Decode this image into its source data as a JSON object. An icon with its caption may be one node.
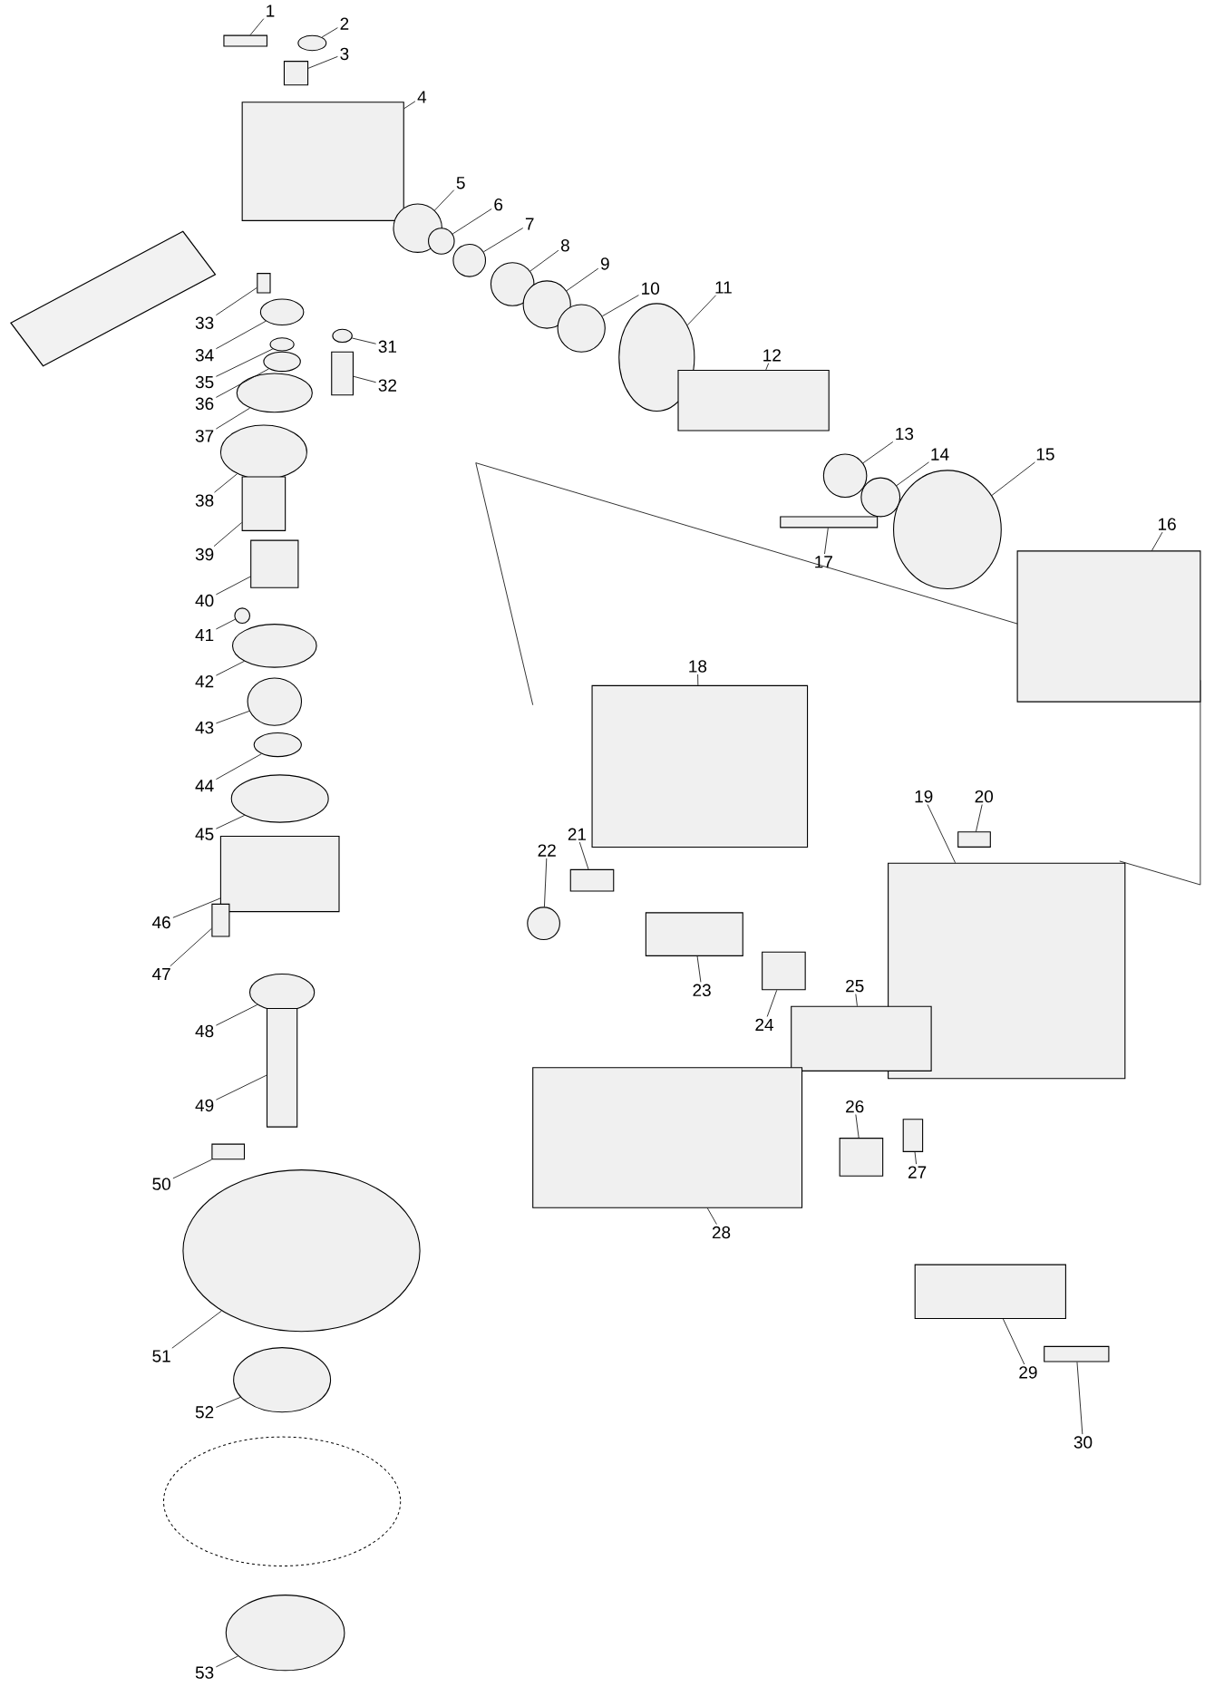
{
  "diagram": {
    "nodes": [
      {
        "text": [
          "1"
        ]
      },
      {
        "text": [
          "2"
        ]
      },
      {
        "text": [
          "3"
        ]
      },
      {
        "text": [
          "4"
        ]
      },
      {
        "text": [
          "5"
        ]
      },
      {
        "text": [
          "6"
        ]
      },
      {
        "text": [
          "7"
        ]
      },
      {
        "text": [
          "8"
        ]
      },
      {
        "text": [
          "9"
        ]
      },
      {
        "text": [
          "10"
        ]
      },
      {
        "text": [
          "11"
        ]
      },
      {
        "text": [
          "12"
        ]
      },
      {
        "text": [
          "13"
        ]
      },
      {
        "text": [
          "14"
        ]
      },
      {
        "text": [
          "15"
        ]
      },
      {
        "text": [
          "16"
        ]
      },
      {
        "text": [
          "17"
        ]
      },
      {
        "text": [
          "18"
        ]
      },
      {
        "text": [
          "19"
        ]
      },
      {
        "text": [
          "20"
        ]
      },
      {
        "text": [
          "21"
        ]
      },
      {
        "text": [
          "22"
        ]
      },
      {
        "text": [
          "23"
        ]
      },
      {
        "text": [
          "24"
        ]
      },
      {
        "text": [
          "25"
        ]
      },
      {
        "text": [
          "26"
        ]
      },
      {
        "text": [
          "27"
        ]
      },
      {
        "text": [
          "28"
        ]
      },
      {
        "text": [
          "29"
        ]
      },
      {
        "text": [
          "30"
        ]
      },
      {
        "text": [
          "31"
        ]
      },
      {
        "text": [
          "32"
        ]
      },
      {
        "text": [
          "33"
        ]
      },
      {
        "text": [
          "34"
        ]
      },
      {
        "text": [
          "35"
        ]
      },
      {
        "text": [
          "36"
        ]
      },
      {
        "text": [
          "37"
        ]
      },
      {
        "text": [
          "38"
        ]
      },
      {
        "text": [
          "39"
        ]
      },
      {
        "text": [
          "40"
        ]
      },
      {
        "text": [
          "41"
        ]
      },
      {
        "text": [
          "42"
        ]
      },
      {
        "text": [
          "43"
        ]
      },
      {
        "text": [
          "44"
        ]
      },
      {
        "text": [
          "45"
        ]
      },
      {
        "text": [
          "46"
        ]
      },
      {
        "text": [
          "47"
        ]
      },
      {
        "text": [
          "48"
        ]
      },
      {
        "text": [
          "49"
        ]
      },
      {
        "text": [
          "50"
        ]
      },
      {
        "text": [
          "51"
        ]
      },
      {
        "text": [
          "52"
        ]
      },
      {
        "text": [
          "53"
        ]
      },
      {
        "text": [],
        "shape": "box"
      },
      {
        "text": [],
        "shape": "circle"
      },
      {
        "text": [],
        "shape": "box"
      },
      {
        "text": [],
        "shape": "box"
      },
      {
        "text": [],
        "shape": "circle"
      },
      {
        "text": [],
        "shape": "circle"
      },
      {
        "text": [],
        "shape": "circle"
      },
      {
        "text": [],
        "shape": "circle"
      },
      {
        "text": [],
        "shape": "circle"
      },
      {
        "text": [],
        "shape": "circle"
      },
      {
        "text": [],
        "shape": "circle"
      },
      {
        "text": [],
        "shape": "box"
      },
      {
        "text": [],
        "shape": "circle"
      },
      {
        "text": [],
        "shape": "circle"
      },
      {
        "text": [],
        "shape": "circle"
      },
      {
        "text": [],
        "shape": "box"
      },
      {
        "text": [],
        "shape": "box"
      },
      {
        "text": [],
        "shape": "box"
      },
      {
        "text": [],
        "shape": "box"
      },
      {
        "text": [],
        "shape": "box"
      },
      {
        "text": [],
        "shape": "box"
      },
      {
        "text": [],
        "shape": "circle"
      },
      {
        "text": [],
        "shape": "box"
      },
      {
        "text": [],
        "shape": "box"
      },
      {
        "text": [],
        "shape": "box"
      },
      {
        "text": [],
        "shape": "box"
      },
      {
        "text": [],
        "shape": "box"
      },
      {
        "text": [],
        "shape": "box"
      },
      {
        "text": [],
        "shape": "box"
      },
      {
        "text": [],
        "shape": "box"
      },
      {
        "text": [],
        "shape": "circle"
      },
      {
        "text": [],
        "shape": "box"
      },
      {
        "text": [],
        "shape": "box"
      },
      {
        "text": [],
        "shape": "circle"
      },
      {
        "text": [],
        "shape": "circle"
      },
      {
        "text": [],
        "shape": "circle"
      },
      {
        "text": [],
        "shape": "circle"
      },
      {
        "text": [],
        "shape": "circle"
      },
      {
        "text": [],
        "shape": "box"
      },
      {
        "text": [],
        "shape": "box"
      },
      {
        "text": [],
        "shape": "circle"
      },
      {
        "text": [],
        "shape": "circle"
      },
      {
        "text": [],
        "shape": "circle"
      },
      {
        "text": [],
        "shape": "circle"
      },
      {
        "text": [],
        "shape": "circle"
      },
      {
        "text": [],
        "shape": "box"
      },
      {
        "text": [],
        "shape": "box"
      },
      {
        "text": [],
        "shape": "circle"
      },
      {
        "text": [],
        "shape": "box"
      },
      {
        "text": [],
        "shape": "box"
      },
      {
        "text": [],
        "shape": "circle"
      },
      {
        "text": [],
        "shape": "circle"
      },
      {
        "text": [],
        "shape": "circle"
      }
    ],
    "edges": [
      {
        "from": 0,
        "to": 53,
        "arrow": "none"
      },
      {
        "from": 1,
        "to": 54,
        "arrow": "none"
      },
      {
        "from": 2,
        "to": 55,
        "arrow": "none"
      },
      {
        "from": 3,
        "to": 56,
        "arrow": "none"
      },
      {
        "from": 4,
        "to": 57,
        "arrow": "none"
      },
      {
        "from": 5,
        "to": 58,
        "arrow": "none"
      },
      {
        "from": 6,
        "to": 59,
        "arrow": "none"
      },
      {
        "from": 7,
        "to": 60,
        "arrow": "none"
      },
      {
        "from": 8,
        "to": 61,
        "arrow": "none"
      },
      {
        "from": 9,
        "to": 62,
        "arrow": "none"
      },
      {
        "from": 10,
        "to": 63,
        "arrow": "none"
      },
      {
        "from": 11,
        "to": 64,
        "arrow": "none"
      },
      {
        "from": 12,
        "to": 65,
        "arrow": "none"
      },
      {
        "from": 13,
        "to": 66,
        "arrow": "none"
      },
      {
        "from": 14,
        "to": 67,
        "arrow": "none"
      },
      {
        "from": 15,
        "to": 68,
        "arrow": "none"
      },
      {
        "from": 16,
        "to": 69,
        "arrow": "none"
      },
      {
        "from": 17,
        "to": 70,
        "arrow": "none"
      },
      {
        "from": 18,
        "to": 71,
        "arrow": "none"
      },
      {
        "from": 19,
        "to": 72,
        "arrow": "none"
      },
      {
        "from": 20,
        "to": 73,
        "arrow": "none"
      },
      {
        "from": 21,
        "to": 74,
        "arrow": "none"
      },
      {
        "from": 22,
        "to": 75,
        "arrow": "none"
      },
      {
        "from": 23,
        "to": 76,
        "arrow": "none"
      },
      {
        "from": 24,
        "to": 77,
        "arrow": "none"
      },
      {
        "from": 25,
        "to": 78,
        "arrow": "none"
      },
      {
        "from": 26,
        "to": 79,
        "arrow": "none"
      },
      {
        "from": 27,
        "to": 80,
        "arrow": "none"
      },
      {
        "from": 28,
        "to": 81,
        "arrow": "none"
      },
      {
        "from": 29,
        "to": 82,
        "arrow": "none"
      },
      {
        "from": 30,
        "to": 83,
        "arrow": "none"
      },
      {
        "from": 31,
        "to": 84,
        "arrow": "none"
      },
      {
        "from": 32,
        "to": 85,
        "arrow": "none"
      },
      {
        "from": 33,
        "to": 86,
        "arrow": "none"
      },
      {
        "from": 34,
        "to": 87,
        "arrow": "none"
      },
      {
        "from": 35,
        "to": 88,
        "arrow": "none"
      },
      {
        "from": 36,
        "to": 89,
        "arrow": "none"
      },
      {
        "from": 37,
        "to": 90,
        "arrow": "none"
      },
      {
        "from": 38,
        "to": 91,
        "arrow": "none"
      },
      {
        "from": 39,
        "to": 92,
        "arrow": "none"
      },
      {
        "from": 40,
        "to": 93,
        "arrow": "none"
      },
      {
        "from": 41,
        "to": 94,
        "arrow": "none"
      },
      {
        "from": 42,
        "to": 95,
        "arrow": "none"
      },
      {
        "from": 43,
        "to": 96,
        "arrow": "none"
      },
      {
        "from": 44,
        "to": 97,
        "arrow": "none"
      },
      {
        "from": 45,
        "to": 98,
        "arrow": "none"
      },
      {
        "from": 46,
        "to": 99,
        "arrow": "none"
      },
      {
        "from": 47,
        "to": 100,
        "arrow": "none"
      },
      {
        "from": 48,
        "to": 101,
        "arrow": "none"
      },
      {
        "from": 49,
        "to": 102,
        "arrow": "none"
      },
      {
        "from": 50,
        "to": 103,
        "arrow": "none"
      },
      {
        "from": 51,
        "to": 104,
        "arrow": "none"
      },
      {
        "from": 52,
        "to": 105,
        "arrow": "none"
      }
    ]
  }
}
